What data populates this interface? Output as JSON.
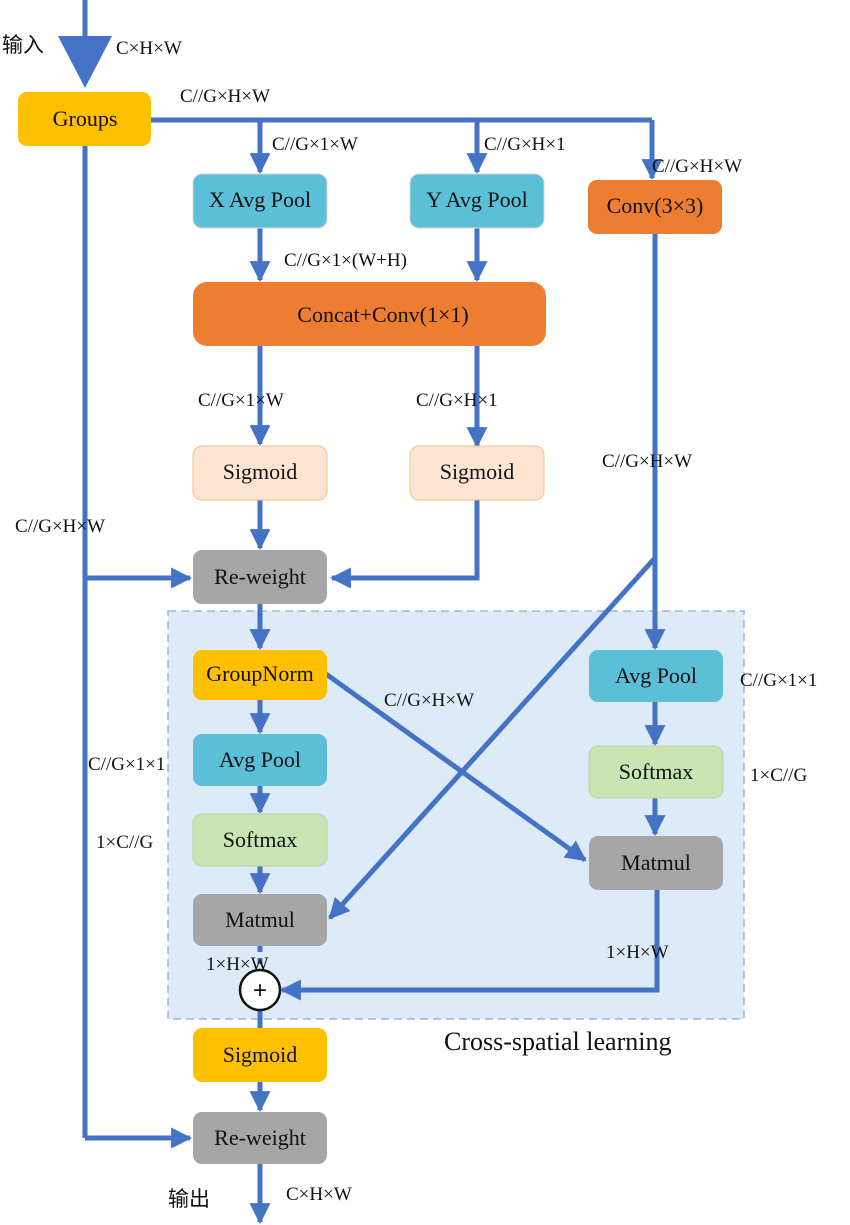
{
  "colors": {
    "arrow": "#4472c4",
    "groups": "#ffc000",
    "orange": "#ed7d31",
    "cyan": "#5bc0d7",
    "peach": "#fde5d2",
    "gray": "#a6a6a6",
    "green": "#c9e5b3",
    "region": "#ddeaf7"
  },
  "io": {
    "input_label": "输入",
    "output_label": "输出"
  },
  "boxes": {
    "groups": "Groups",
    "x_avg_pool": "X Avg Pool",
    "y_avg_pool": "Y Avg Pool",
    "conv3x3": "Conv(3×3)",
    "concat_conv": "Concat+Conv(1×1)",
    "sigmoid_left": "Sigmoid",
    "sigmoid_right": "Sigmoid",
    "reweight_top": "Re-weight",
    "groupnorm": "GroupNorm",
    "avg_pool_left": "Avg Pool",
    "softmax_left": "Softmax",
    "matmul_left": "Matmul",
    "avg_pool_right": "Avg Pool",
    "softmax_right": "Softmax",
    "matmul_right": "Matmul",
    "sigmoid_bottom": "Sigmoid",
    "reweight_bottom": "Re-weight",
    "plus": "+"
  },
  "dims": {
    "input": "C×H×W",
    "groups_out": "C//G×H×W",
    "x_pool_in": "C//G×1×W",
    "y_pool_in": "C//G×H×1",
    "conv_in": "C//G×H×W",
    "concat_in": "C//G×1×(W+H)",
    "sig_left_in": "C//G×1×W",
    "sig_right_in": "C//G×H×1",
    "conv_out": "C//G×H×W",
    "skip": "C//G×H×W",
    "cross": "C//G×H×W",
    "avg_right_out": "C//G×1×1",
    "softmax_right_out": "1×C//G",
    "avg_left_out": "C//G×1×1",
    "softmax_left_out": "1×C//G",
    "matmul_left_out": "1×H×W",
    "matmul_right_out": "1×H×W",
    "output": "C×H×W"
  },
  "region_label": "Cross-spatial learning"
}
